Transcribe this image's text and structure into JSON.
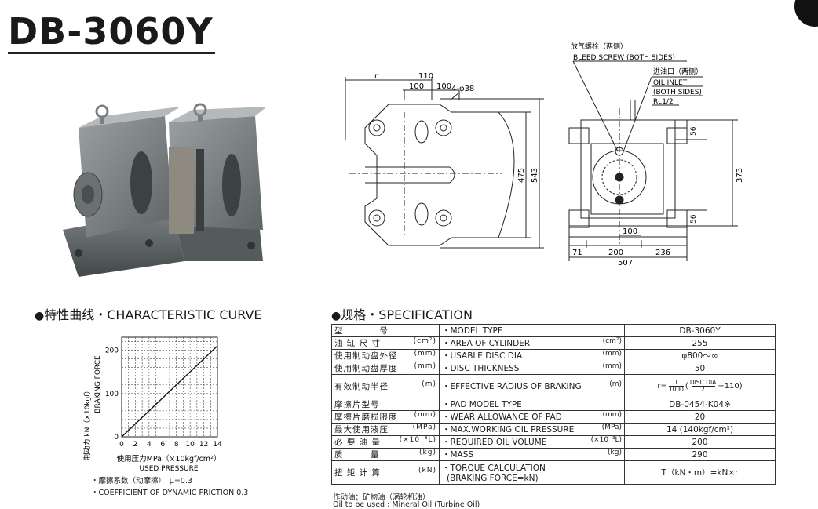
{
  "title": "DB-3060Y",
  "drawing": {
    "bleed_zh": "放气螺栓（两侧）",
    "bleed_en": "BLEED SCREW (BOTH SIDES)",
    "inlet_zh": "进油口（两侧）",
    "inlet_en1": "OIL INLET",
    "inlet_en2": "(BOTH SIDES)",
    "inlet_thread": "Rc1/2",
    "dim_r": "r",
    "dim_110": "110",
    "dim_100a": "100",
    "dim_100b": "100",
    "dim_holes": "4-φ38",
    "dim_475": "475",
    "dim_543": "543",
    "dim_56a": "56",
    "dim_56b": "56",
    "dim_373": "373",
    "dim_100c": "100",
    "dim_71": "71",
    "dim_200": "200",
    "dim_236": "236",
    "dim_507": "507"
  },
  "curve": {
    "heading_zh": "特性曲线",
    "heading_sep": "・",
    "heading_en": "CHARACTERISTIC CURVE",
    "ylabel_zh": "制动力 kN（×10kgf）",
    "ylabel_en": "BRAKING FORCE",
    "xlabel_zh": "使用压力MPa（×10kgf/cm²）",
    "xlabel_en": "USED PRESSURE",
    "note1_zh": "・摩擦系数（动摩擦）",
    "note1_val": "μ=0.3",
    "note2": "・COEFFICIENT OF DYNAMIC FRICTION 0.3"
  },
  "chart_data": {
    "type": "line",
    "title": "",
    "xlabel": "使用压力MPa（×10kgf/cm²）",
    "ylabel": "制动力 kN（×10kgf）",
    "x_ticks": [
      "0",
      "2",
      "4",
      "6",
      "8",
      "10",
      "12",
      "14"
    ],
    "y_ticks": [
      "0",
      "100",
      "200"
    ],
    "xlim": [
      0,
      14
    ],
    "ylim": [
      0,
      230
    ],
    "grid": true,
    "series": [
      {
        "x": [
          0,
          14
        ],
        "y": [
          0,
          210
        ]
      }
    ]
  },
  "spec": {
    "heading_zh": "规格",
    "heading_sep": "・",
    "heading_en": "SPECIFICATION",
    "rows": [
      {
        "zh": "型　　　　号",
        "zh_unit": "",
        "en": "・MODEL TYPE",
        "en_unit": "",
        "value": "DB-3060Y"
      },
      {
        "zh": "油 缸 尺 寸",
        "zh_unit": "(cm²)",
        "en": "・AREA OF CYLINDER",
        "en_unit": "(cm²)",
        "value": "255"
      },
      {
        "zh": "使用制动盘外径",
        "zh_unit": "(mm)",
        "en": "・USABLE DISC DIA",
        "en_unit": "(mm)",
        "value": "φ800～∞"
      },
      {
        "zh": "使用制动盘厚度",
        "zh_unit": "(mm)",
        "en": "・DISC THICKNESS",
        "en_unit": "(mm)",
        "value": "50"
      },
      {
        "zh": "有效制动半径",
        "zh_unit": "(m)",
        "en": "・EFFECTIVE RADIUS OF BRAKING",
        "en_unit": "(m)",
        "value_prefix": "r=",
        "value_frac1_num": "1",
        "value_frac1_den": "1000",
        "value_frac2_num": "DISC DIA",
        "value_frac2_den": "2",
        "value_suffix": "−110)"
      },
      {
        "zh": "摩擦片型号",
        "zh_unit": "",
        "en": "・PAD MODEL TYPE",
        "en_unit": "",
        "value": "DB-0454-K04※"
      },
      {
        "zh": "摩擦片磨损限度",
        "zh_unit": "(mm)",
        "en": "・WEAR ALLOWANCE OF PAD",
        "en_unit": "(mm)",
        "value": "20"
      },
      {
        "zh": "最大使用液压",
        "zh_unit": "(MPa)",
        "en": "・MAX.WORKING OIL PRESSURE",
        "en_unit": "(MPa)",
        "value": "14 (140kgf/cm²)"
      },
      {
        "zh": "必 要 油 量",
        "zh_unit": "(×10⁻³L)",
        "en": "・REQUIRED OIL VOLUME",
        "en_unit": "(×10⁻³L)",
        "value": "200"
      },
      {
        "zh": "质　　　量",
        "zh_unit": "(kg)",
        "en": "・MASS",
        "en_unit": "(kg)",
        "value": "290"
      },
      {
        "zh": "扭 矩 计 算",
        "zh_unit": "(kN)",
        "en": "・TORQUE CALCULATION",
        "en2": "(BRAKING FORCE=kN)",
        "en_unit": "",
        "value": "T（kN・m）=kN×r"
      }
    ],
    "footer_zh": "作动油：矿物油（涡轮机油）",
    "footer_en": "Oil to be used : Mineral Oil (Turbine Oil)"
  }
}
